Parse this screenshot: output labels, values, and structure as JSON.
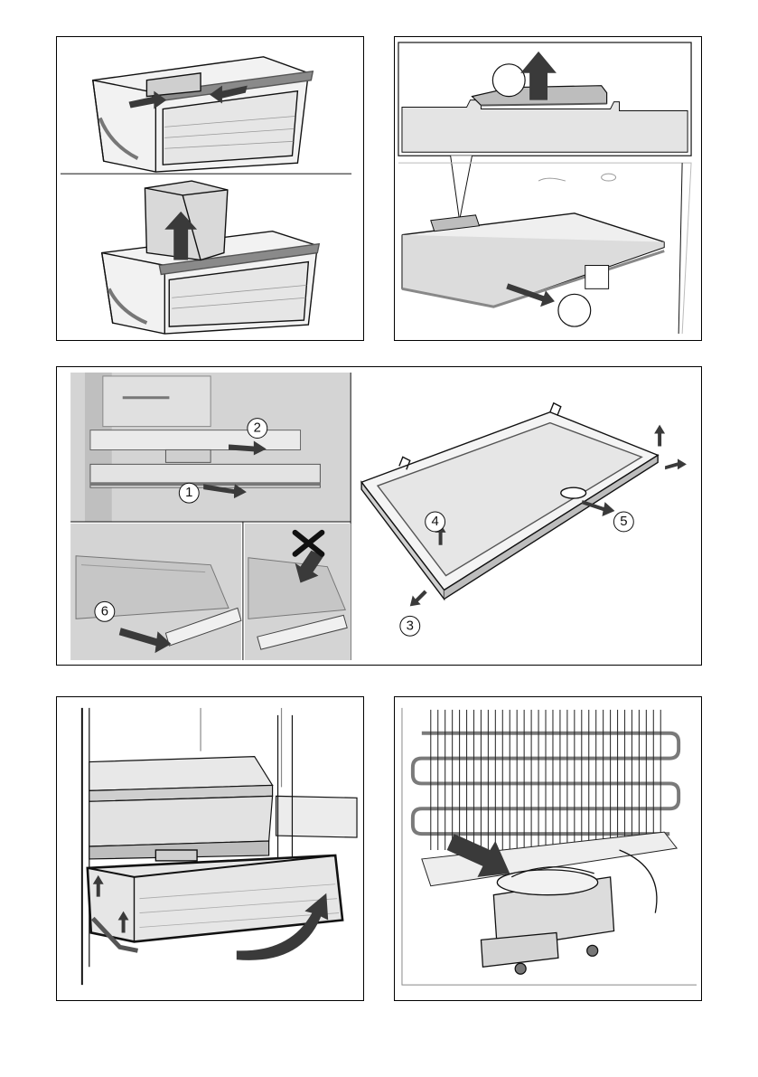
{
  "figures": [
    {
      "id": "drawer-divider-removal",
      "step_labels": []
    },
    {
      "id": "shelf-clip-release",
      "step_labels": []
    },
    {
      "id": "glass-shelf-removal",
      "step_labels": [
        "1",
        "2",
        "3",
        "4",
        "5",
        "6"
      ]
    },
    {
      "id": "crisper-drawer-removal",
      "step_labels": []
    },
    {
      "id": "compressor-drip-tray",
      "step_labels": []
    }
  ],
  "colors": {
    "ink": "#111111",
    "gray_fill": "#d9d9d9",
    "light_fill": "#ececec",
    "arrow": "#3a3a3a",
    "chrome": "#8a8a8a"
  },
  "icons": {
    "forbidden": "x-mark-icon"
  }
}
